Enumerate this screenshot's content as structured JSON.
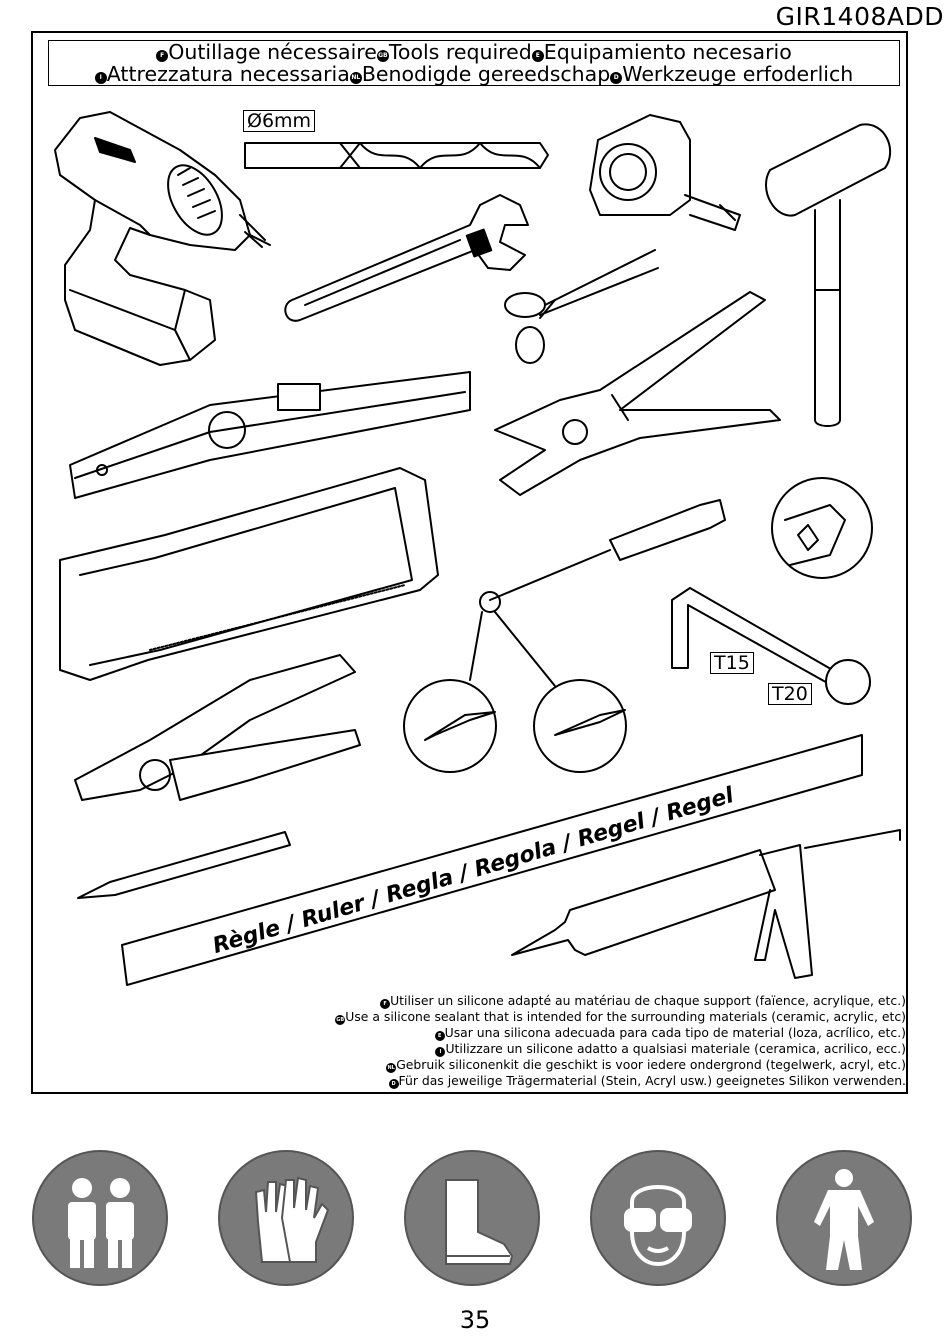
{
  "document_code": "GIR1408ADD",
  "title": {
    "line1": [
      {
        "flag": "F",
        "text": "Outillage nécessaire"
      },
      {
        "flag": "GB",
        "text": "Tools required"
      },
      {
        "flag": "E",
        "text": "Equipamiento necesario"
      }
    ],
    "line2": [
      {
        "flag": "I",
        "text": "Attrezzatura necessaria"
      },
      {
        "flag": "NL",
        "text": "Benodigde gereedschap"
      },
      {
        "flag": "D",
        "text": "Werkzeuge erfoderlich"
      }
    ]
  },
  "labels": {
    "drill_bit": "Ø6mm",
    "torx_small": "T15",
    "torx_large": "T20",
    "ruler_text": "Règle / Ruler / Regla / Regola / Regel / Regel"
  },
  "notes": [
    {
      "flag": "F",
      "text": "Utiliser un silicone adapté au matériau de chaque support (faïence, acrylique, etc.)"
    },
    {
      "flag": "GB",
      "text": "Use a silicone sealant that is intended for the surrounding materials (ceramic, acrylic, etc)"
    },
    {
      "flag": "E",
      "text": "Usar una silicona adecuada para cada tipo de material (loza, acrílico, etc.)"
    },
    {
      "flag": "I",
      "text": "Utilizzare un silicone adatto a qualsiasi materiale (ceramica, acrilico, ecc.)"
    },
    {
      "flag": "NL",
      "text": "Gebruik siliconenkit die geschikt is voor iedere ondergrond (tegelwerk, acryl, etc.)"
    },
    {
      "flag": "D",
      "text": "Für das jeweilige Trägermaterial (Stein, Acryl usw.) geeignetes Silikon verwenden."
    }
  ],
  "pictograms": [
    "two-persons-icon",
    "gloves-icon",
    "safety-boots-icon",
    "safety-glasses-icon",
    "protective-suit-icon"
  ],
  "page_number": "35",
  "colors": {
    "pictogram_bg": "#7a7a7a",
    "line": "#000000"
  }
}
